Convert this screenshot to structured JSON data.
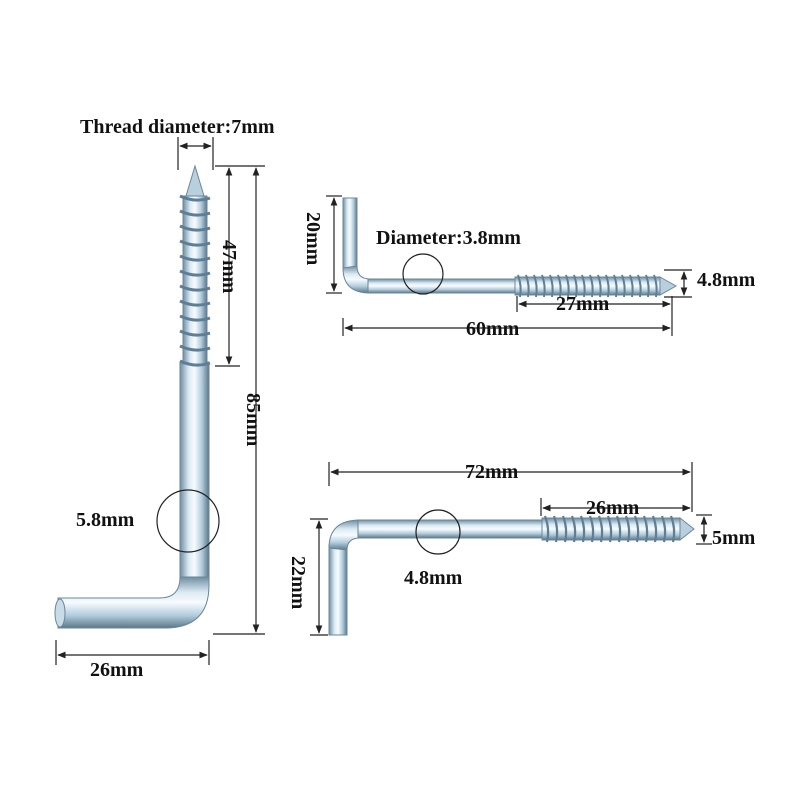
{
  "colors": {
    "background": "#ffffff",
    "dimension_line": "#222222",
    "metal_light": "#eef7fc",
    "metal_mid": "#b9d3e3",
    "metal_dark": "#5f7e93",
    "text": "#111111"
  },
  "hook_large": {
    "thread_diameter_label": "Thread diameter:7mm",
    "thread_length_label": "47mm",
    "total_length_label": "85mm",
    "shank_diameter_label": "5.8mm",
    "bend_width_label": "26mm"
  },
  "hook_small": {
    "shank_diameter_label": "Diameter:3.8mm",
    "bend_height_label": "20mm",
    "thread_diameter_label": "4.8mm",
    "thread_length_label": "27mm",
    "total_length_label": "60mm"
  },
  "hook_medium": {
    "total_length_label": "72mm",
    "thread_length_label": "26mm",
    "thread_diameter_label": "5mm",
    "shank_diameter_label": "4.8mm",
    "bend_height_label": "22mm"
  }
}
